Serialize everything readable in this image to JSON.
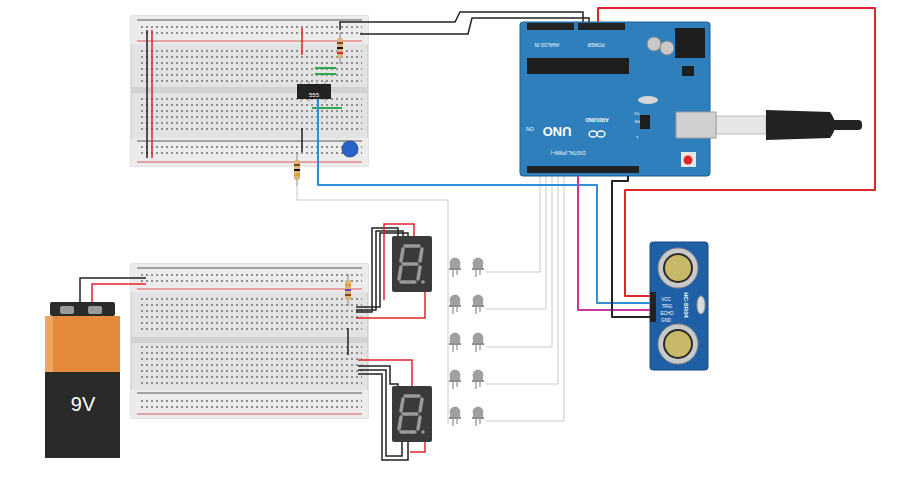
{
  "diagram": {
    "nodes": [
      {
        "text": [
          "555"
        ]
      },
      {
        "text": [
          "UNO",
          "ARDUINO",
          "DIGITAL (PWM~)",
          "ANALOG IN",
          "POWER",
          "ON",
          "TX",
          "RX",
          "L"
        ]
      },
      {
        "text": [
          "HC-SR04",
          "VCC",
          "TRIG",
          "ECHO",
          "GND"
        ]
      },
      {
        "text": [
          "9V"
        ]
      }
    ],
    "edges": [
      {
        "from": 0,
        "to": 2,
        "arrow": "none"
      },
      {
        "from": 1,
        "to": 2,
        "arrow": "none"
      },
      {
        "from": 1,
        "to": 2,
        "arrow": "none"
      },
      {
        "from": 1,
        "to": 2,
        "arrow": "none"
      }
    ]
  }
}
